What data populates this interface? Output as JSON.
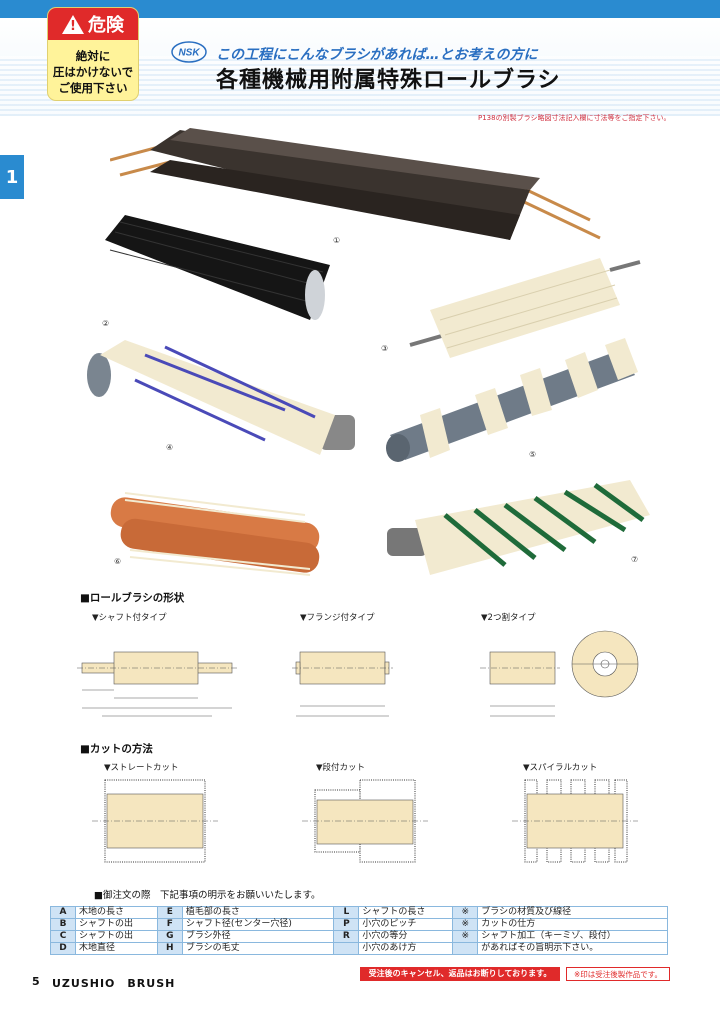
{
  "header": {
    "danger_title": "危険",
    "danger_lines": [
      "絶対に",
      "圧はかけないで",
      "ご使用下さい"
    ],
    "logo": "NSK",
    "subtitle": "この工程にこんなブラシがあれば…とお考えの方に",
    "title": "各種機械用附属特殊ロールブラシ",
    "page_note": "P138の別製ブラシ略図寸法記入欄に寸法等をご指定下さい。"
  },
  "chapter_tab": "1",
  "photos": {
    "labels": [
      "①",
      "②",
      "③",
      "④",
      "⑤",
      "⑥",
      "⑦"
    ],
    "colors": {
      "dark": "#3a332e",
      "black": "#151515",
      "cream": "#f2ead0",
      "blue": "#4a4ab8",
      "gray": "#6f7b88",
      "orange": "#d87a45",
      "green": "#1f6b3a"
    }
  },
  "shape_section": {
    "heading": "■ロールブラシの形状",
    "types": [
      "▼シャフト付タイプ",
      "▼フランジ付タイプ",
      "▼2つ割タイプ"
    ]
  },
  "cut_section": {
    "heading": "■カットの方法",
    "types": [
      "▼ストレートカット",
      "▼段付カット",
      "▼スパイラルカット"
    ]
  },
  "order_note": "■御注文の際　下記事項の明示をお願いいたします。",
  "spec_rows": [
    [
      [
        "A",
        "木地の長さ"
      ],
      [
        "E",
        "植毛部の長さ"
      ],
      [
        "L",
        "シャフトの長さ"
      ],
      [
        "※",
        "ブラシの材質及び線径"
      ]
    ],
    [
      [
        "B",
        "シャフトの出"
      ],
      [
        "F",
        "シャフト径(センター穴径)"
      ],
      [
        "P",
        "小穴のピッチ"
      ],
      [
        "※",
        "カットの仕方"
      ]
    ],
    [
      [
        "C",
        "シャフトの出"
      ],
      [
        "G",
        "ブラシ外径"
      ],
      [
        "R",
        "小穴の等分"
      ],
      [
        "※",
        "シャフト加工（キーミゾ、段付）"
      ]
    ],
    [
      [
        "D",
        "木地直径"
      ],
      [
        "H",
        "ブラシの毛丈"
      ],
      [
        "",
        "小穴のあけ方"
      ],
      [
        "",
        "があればその旨明示下さい。"
      ]
    ]
  ],
  "footer": {
    "page_number": "5",
    "brand": "UZUSHIO　BRUSH",
    "notice_cancel": "受注後のキャンセル、返品はお断りしております。",
    "notice_made_to_order": "※印は受注後製作品です。"
  }
}
